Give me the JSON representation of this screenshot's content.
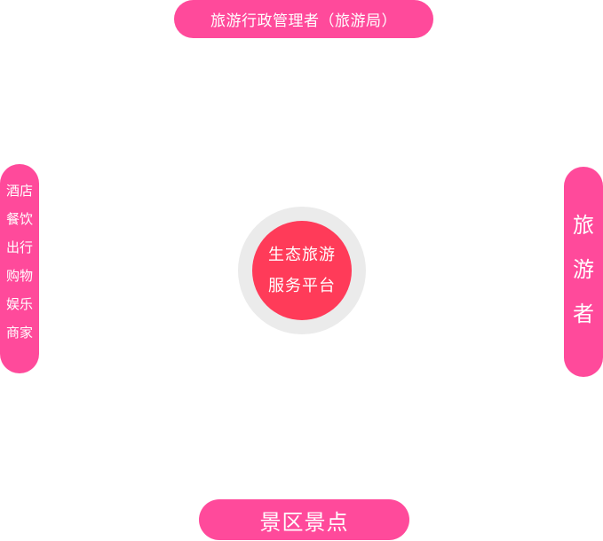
{
  "top": {
    "label": "旅游行政管理者（旅游局）"
  },
  "left": {
    "items": [
      "酒店",
      "餐饮",
      "出行",
      "购物",
      "娱乐",
      "商家"
    ]
  },
  "right": {
    "label": "旅游者"
  },
  "bottom": {
    "label": "景区景点"
  },
  "center": {
    "line1": "生态旅游",
    "line2": "服务平台"
  },
  "colors": {
    "pill": "#ff4a9b",
    "core": "#ff3b59",
    "ring": "#ebebeb",
    "text": "#ffffff"
  }
}
